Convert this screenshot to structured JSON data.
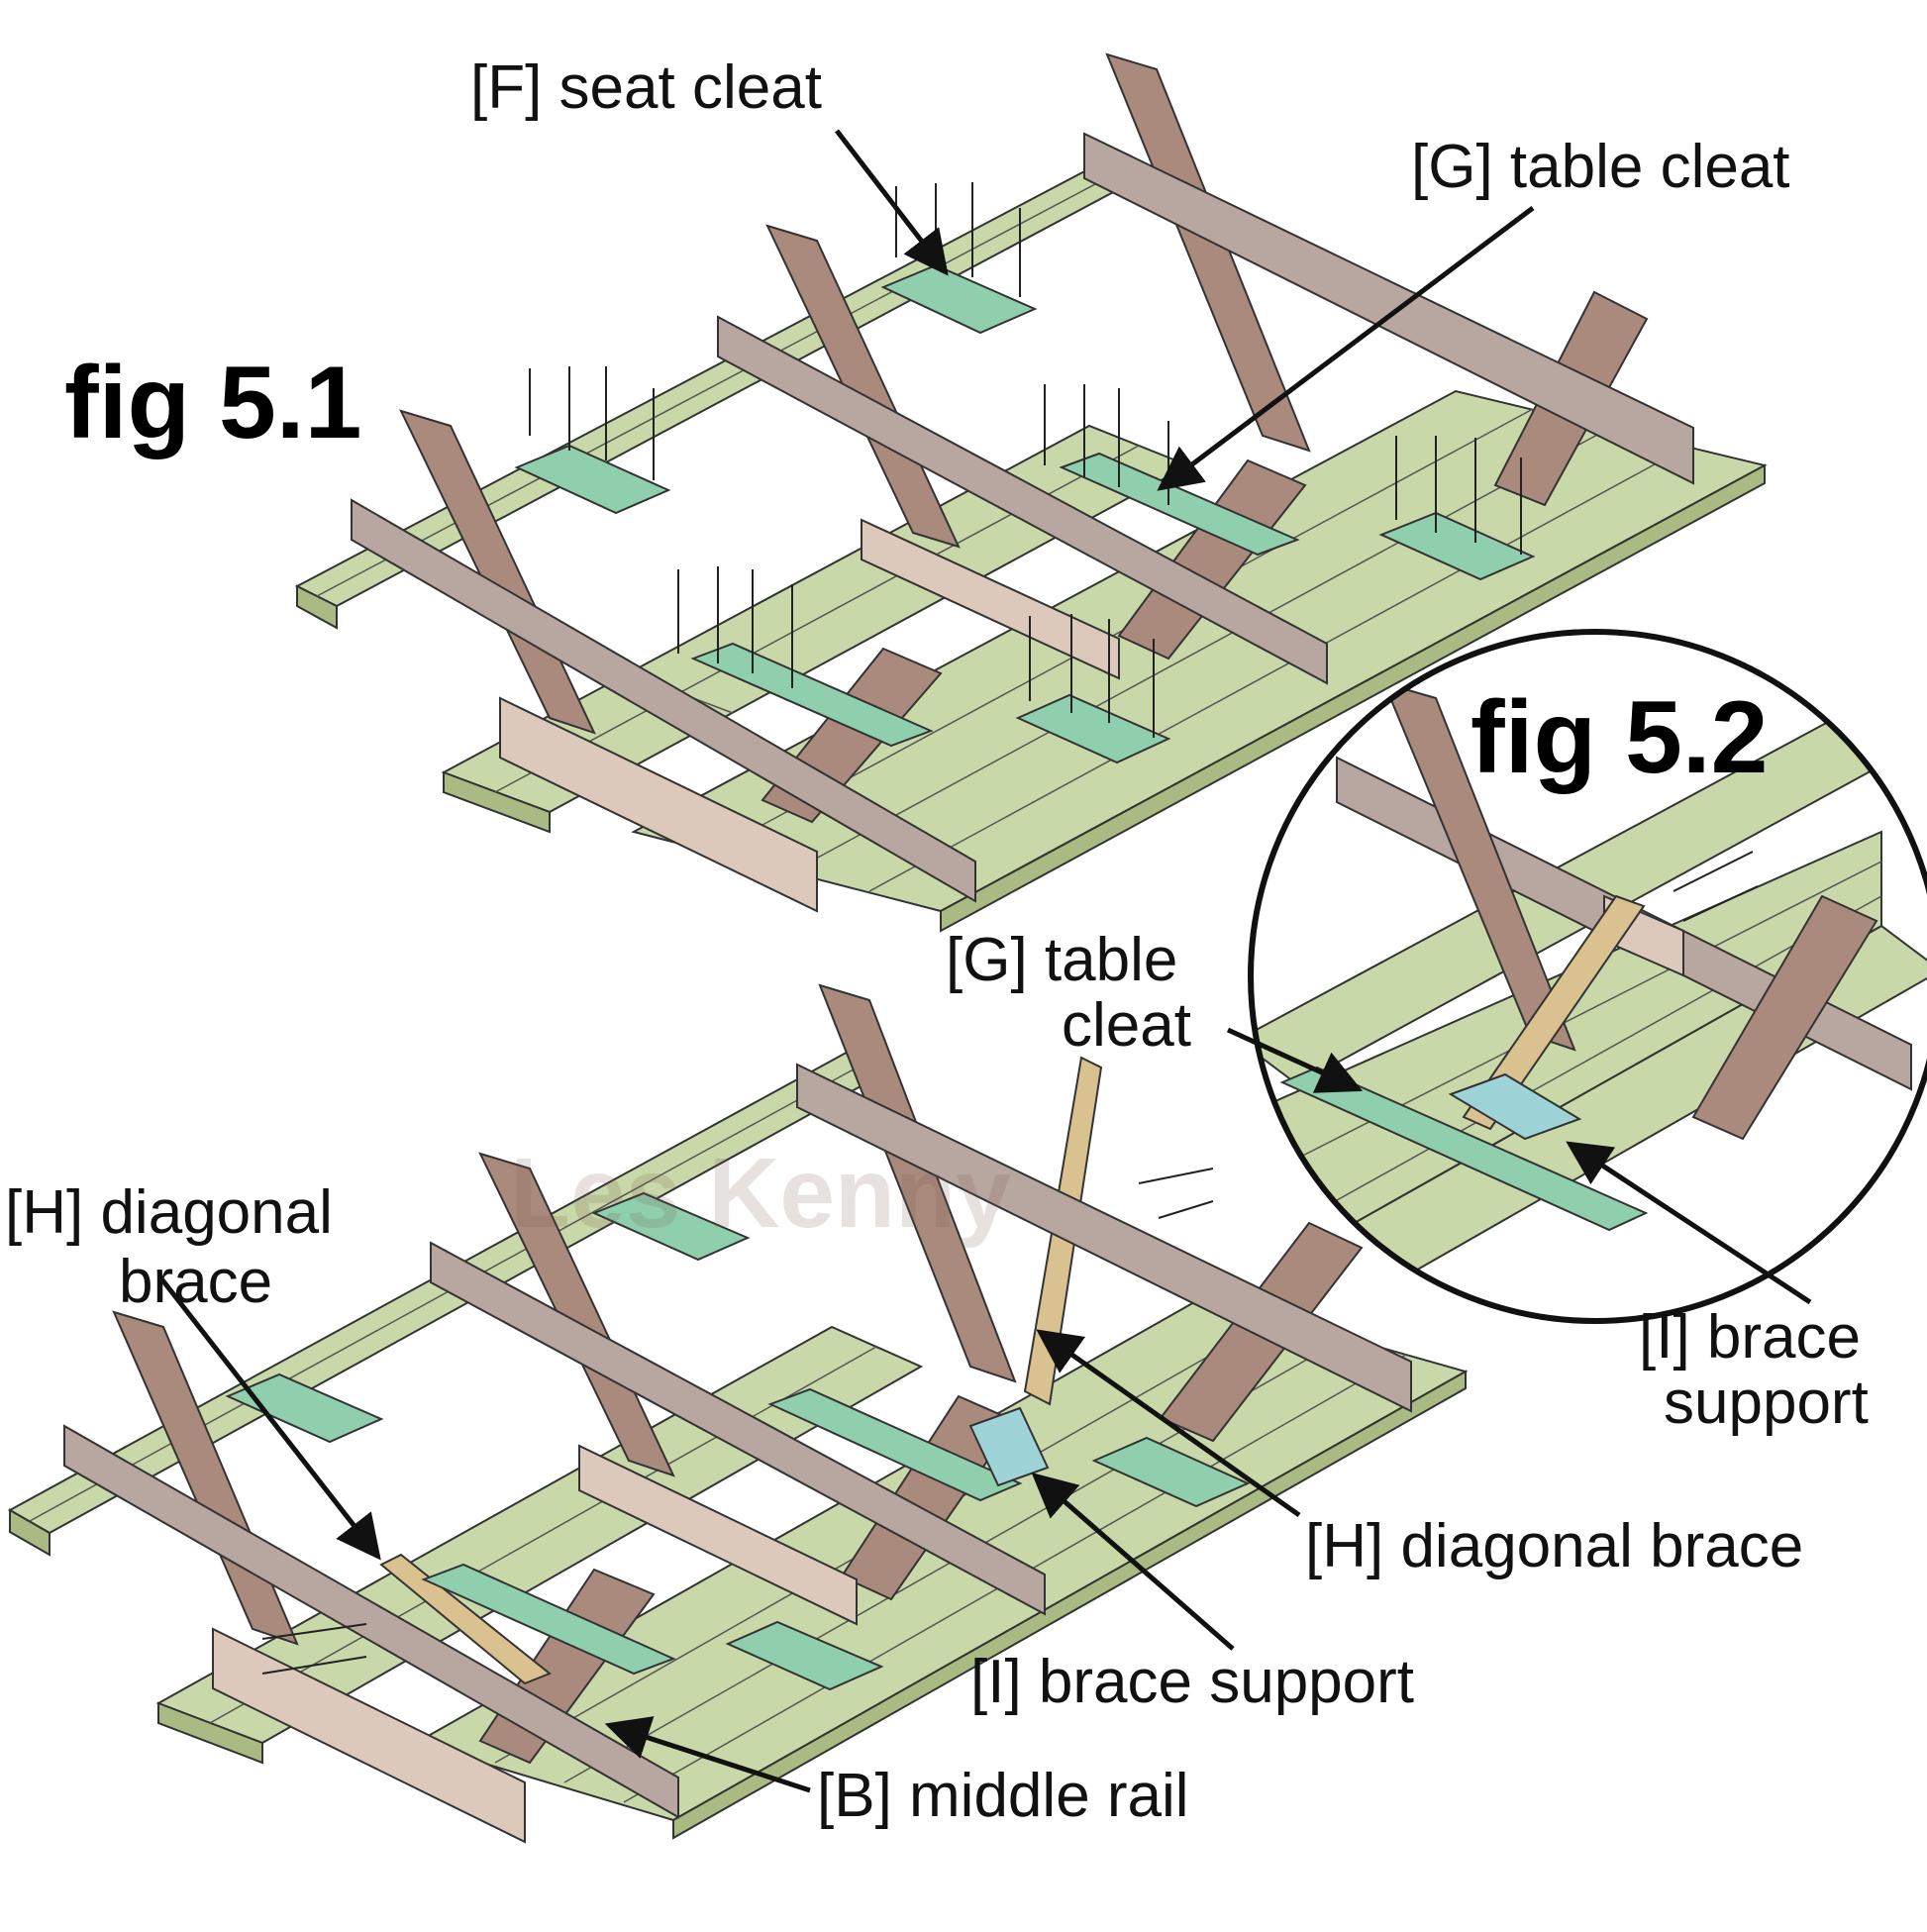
{
  "figures": {
    "fig1": "fig 5.1",
    "fig2": "fig 5.2"
  },
  "watermark": "Les Kenny",
  "labels": {
    "seat_cleat_f": "[F] seat cleat",
    "table_cleat_g_top": "[G] table cleat",
    "table_cleat_g_inset_line1": "[G] table",
    "table_cleat_g_inset_line2": "cleat",
    "brace_support_i_inset_line1": "[I] brace",
    "brace_support_i_inset_line2": "support",
    "diagonal_brace_h_left_line1": "[H] diagonal",
    "diagonal_brace_h_left_line2": "brace",
    "diagonal_brace_h_right": "[H] diagonal brace",
    "brace_support_i_bottom": "[I] brace support",
    "middle_rail_b": "[B] middle rail"
  },
  "colors": {
    "slat": "#c9d8a8",
    "slat_side": "#a9bb82",
    "cleat": "#8fcfae",
    "leg": "#a98a7d",
    "rail": "#b8a6a0",
    "rail_light": "#dcc9bc",
    "brace": "#d9c190",
    "brace_support": "#9ed3d8",
    "line": "#111111"
  }
}
